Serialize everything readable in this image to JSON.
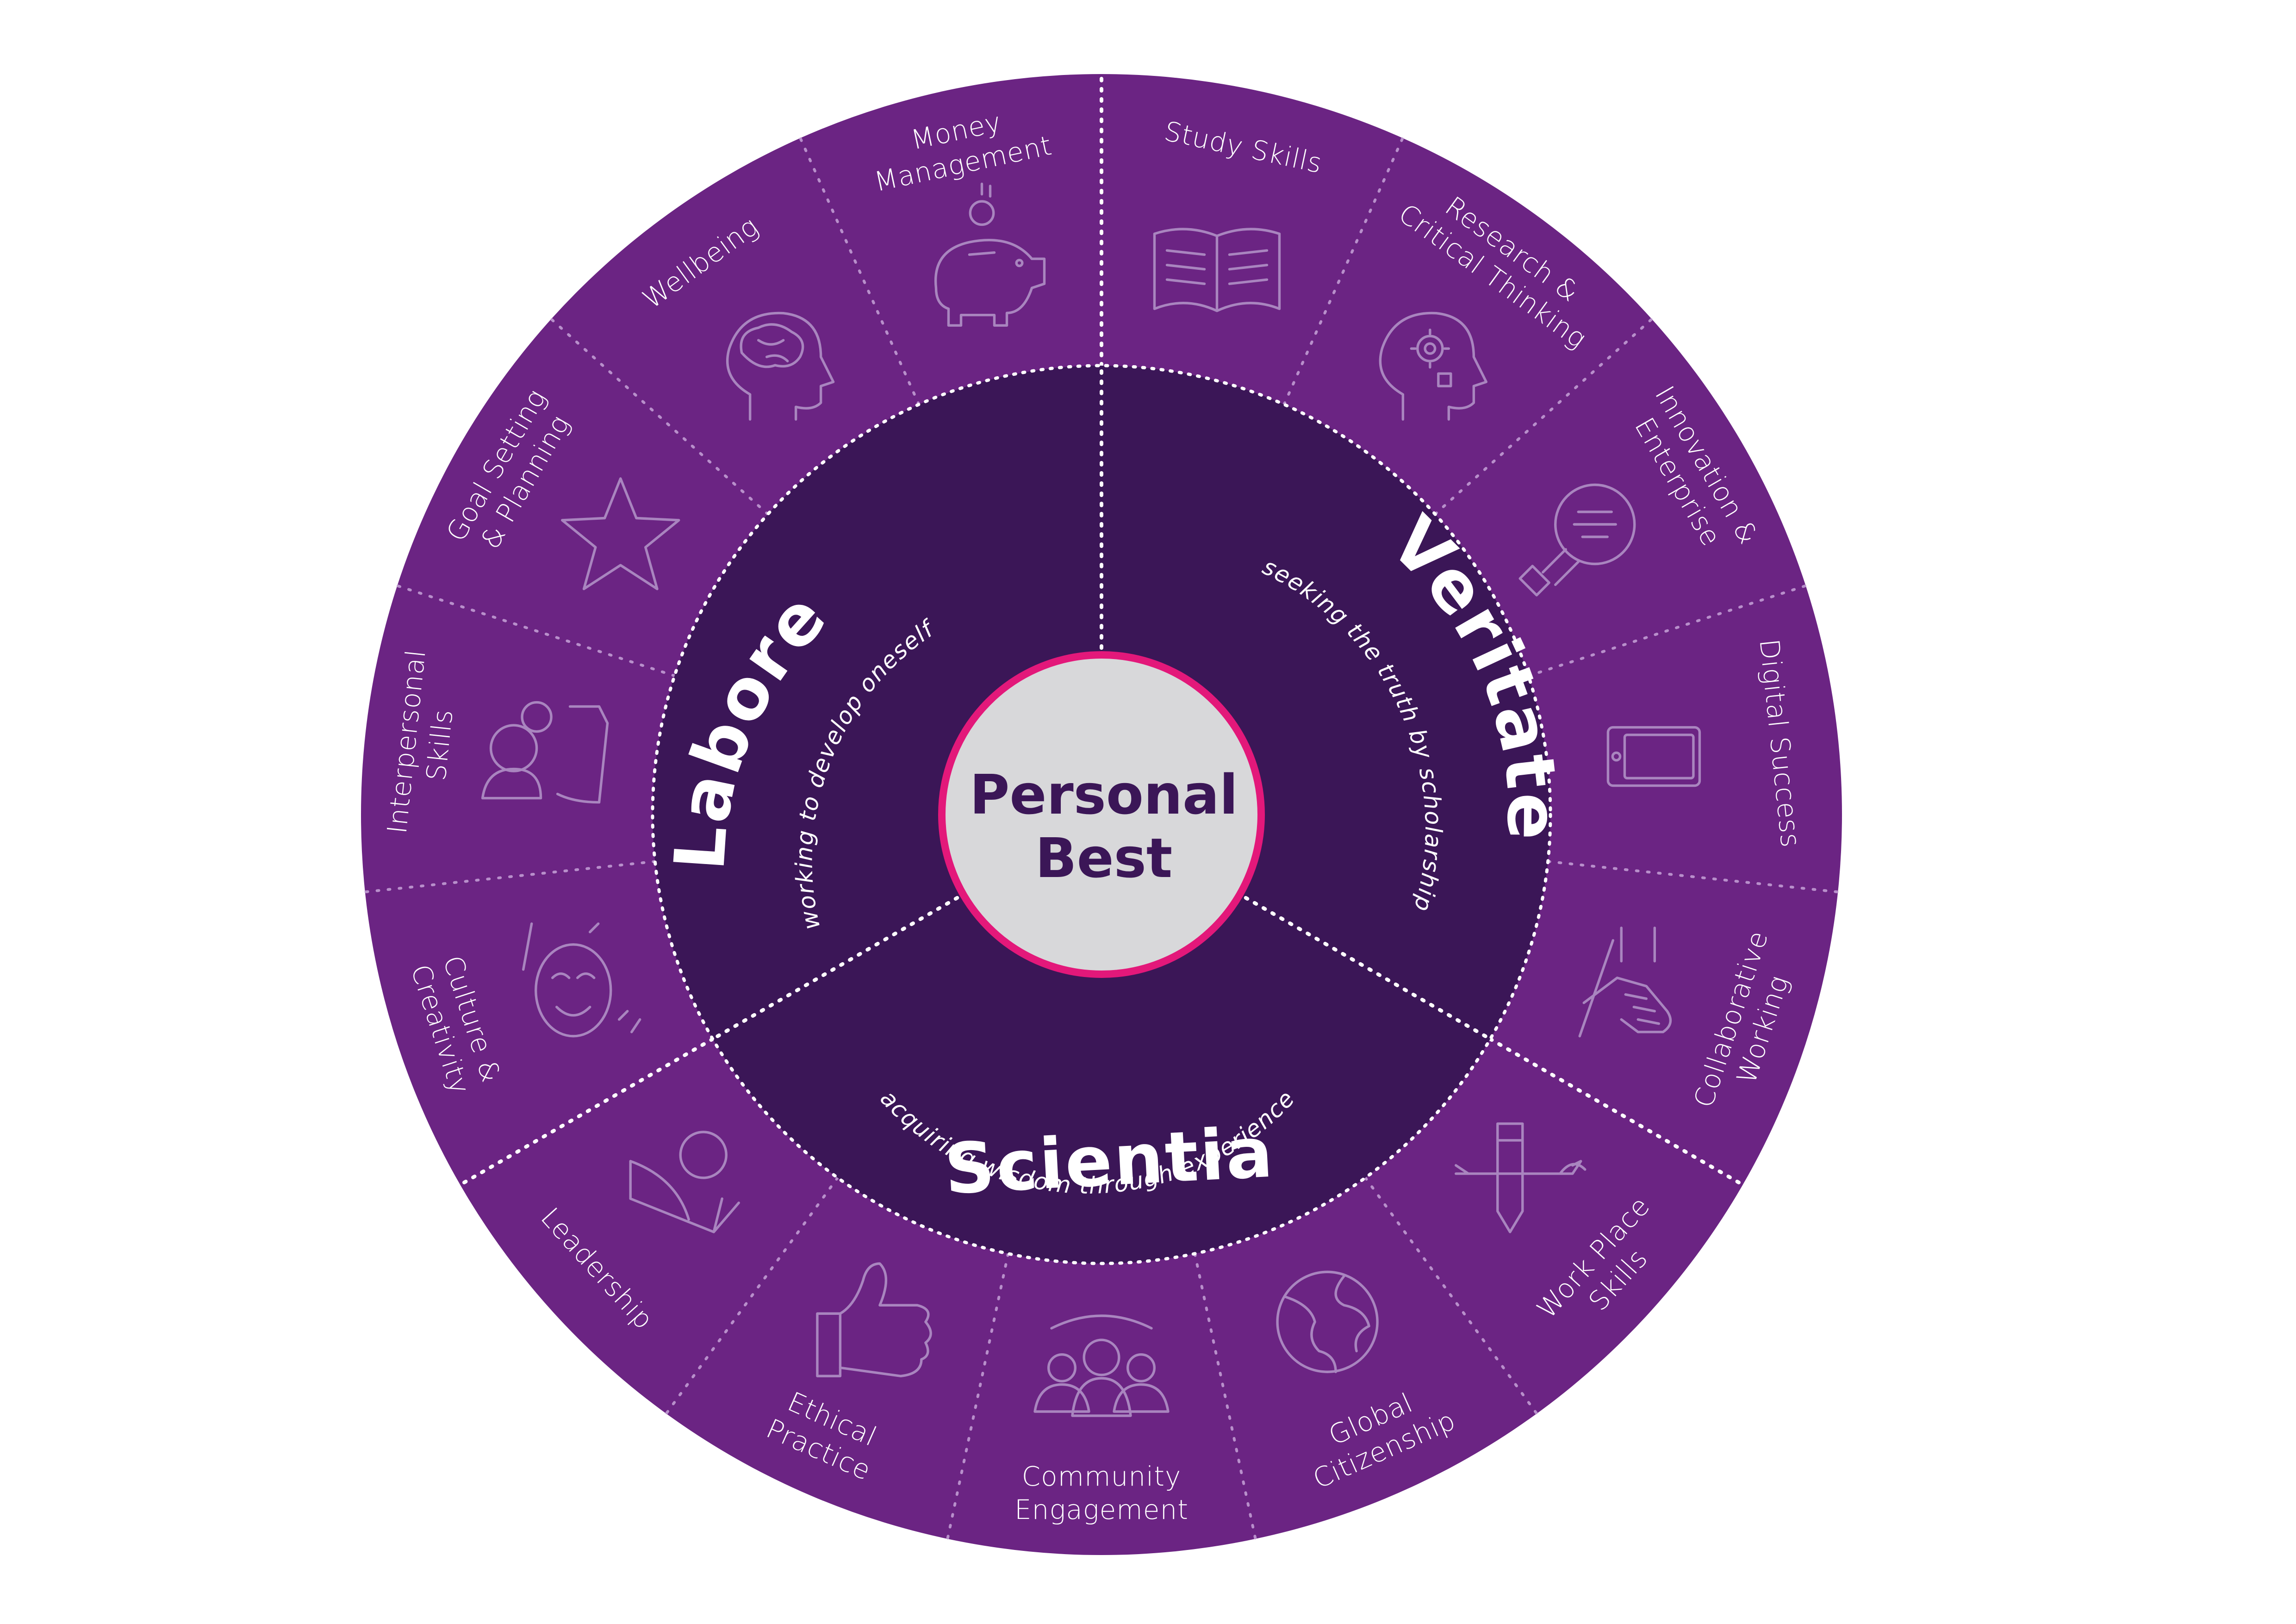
{
  "center": {
    "lines": [
      "Personal",
      "Best"
    ]
  },
  "pillars": [
    {
      "title": "Labore",
      "subtitle": "working to develop oneself"
    },
    {
      "title": "Veritate",
      "subtitle": "seeking the truth by scholarship"
    },
    {
      "title": "Scientia",
      "subtitle": "acquiring wisdom through experience"
    }
  ],
  "segments": [
    {
      "lines": [
        "Study Skills"
      ],
      "icon": "open-book-icon"
    },
    {
      "lines": [
        "Research &",
        "Critical Thinking"
      ],
      "icon": "head-gear-icon"
    },
    {
      "lines": [
        "Innovation &",
        "Enterprise"
      ],
      "icon": "lightbulb-icon"
    },
    {
      "lines": [
        "Digital Success"
      ],
      "icon": "tablet-icon"
    },
    {
      "lines": [
        "Collaborative",
        "Working"
      ],
      "icon": "handshake-icon"
    },
    {
      "lines": [
        "Work Place",
        "Skills"
      ],
      "icon": "tools-icon"
    },
    {
      "lines": [
        "Global",
        "Citizenship"
      ],
      "icon": "globe-icon"
    },
    {
      "lines": [
        "Community",
        "Engagement"
      ],
      "icon": "people-group-icon"
    },
    {
      "lines": [
        "Ethical",
        "Practice"
      ],
      "icon": "thumbs-up-icon"
    },
    {
      "lines": [
        "Leadership"
      ],
      "icon": "flag-person-icon"
    },
    {
      "lines": [
        "Culture &",
        "Creativity"
      ],
      "icon": "theatre-masks-icon"
    },
    {
      "lines": [
        "Interpersonal",
        "Skills"
      ],
      "icon": "people-talking-icon"
    },
    {
      "lines": [
        "Goal Setting",
        "& Planning"
      ],
      "icon": "star-icon"
    },
    {
      "lines": [
        "Wellbeing"
      ],
      "icon": "brain-head-icon"
    },
    {
      "lines": [
        "Money",
        "Management"
      ],
      "icon": "piggy-bank-icon"
    }
  ],
  "colors": {
    "outer_ring": "#6b2483",
    "inner_ring": "#3b1657",
    "center_fill": "#d8d8da",
    "center_border": "#e3187a",
    "divider": "#b88fcb"
  }
}
